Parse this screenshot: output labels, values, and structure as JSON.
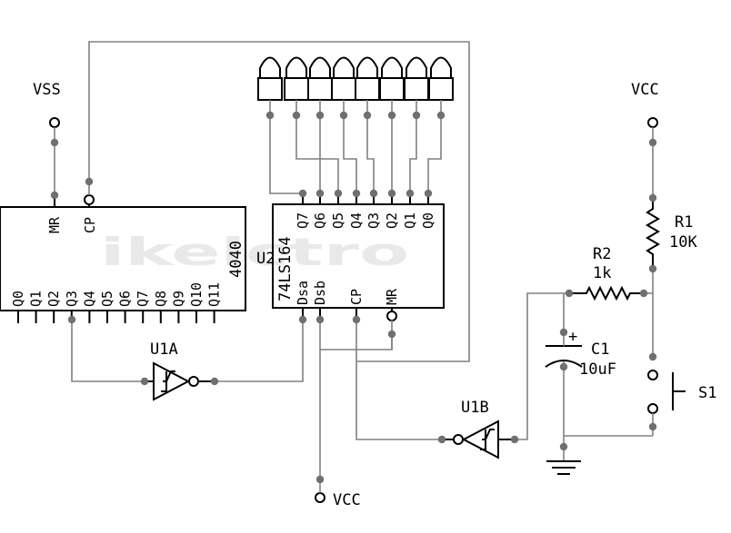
{
  "labels": {
    "vss": "VSS",
    "vcc_top": "VCC",
    "vcc_bottom": "VCC",
    "u1a": "U1A",
    "u1b": "U1B",
    "u2_ref": "U2",
    "ic_4040": "4040",
    "ic_74ls164": "74LS164",
    "r1_name": "R1",
    "r1_value": "10K",
    "r2_name": "R2",
    "r2_value": "1k",
    "c1_name": "C1",
    "c1_value": "10uF",
    "c1_plus": "+",
    "s1": "S1",
    "watermark": "ikelctro"
  },
  "pins_4040": {
    "mr": "MR",
    "cp": "CP",
    "outputs": [
      "Q0",
      "Q1",
      "Q2",
      "Q3",
      "Q4",
      "Q5",
      "Q6",
      "Q7",
      "Q8",
      "Q9",
      "Q10",
      "Q11"
    ]
  },
  "pins_74ls164": {
    "outputs": [
      "Q7",
      "Q6",
      "Q5",
      "Q4",
      "Q3",
      "Q2",
      "Q1",
      "Q0"
    ],
    "dsa": "Dsa",
    "dsb": "Dsb",
    "cp": "CP",
    "mr": "MR"
  },
  "led_count": 8,
  "colors": {
    "wire": "#000000",
    "junction": "#707070",
    "watermark": "#e9e9e9"
  }
}
